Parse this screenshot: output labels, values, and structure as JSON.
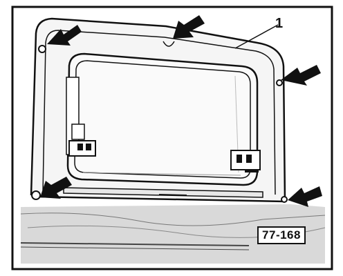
{
  "figure": {
    "callout_number": "1",
    "figure_id": "77-168"
  },
  "arrows": {
    "count": 5,
    "meaning": ""
  },
  "colors": {
    "ink": "#111111",
    "paper": "#ffffff",
    "shading": "#444444"
  }
}
